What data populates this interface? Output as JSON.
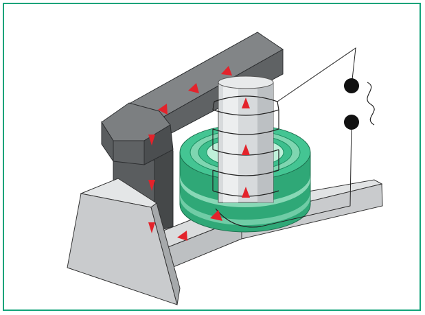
{
  "colors": {
    "border": "#12a37a",
    "yoke_dark": "#5f6264",
    "yoke_top": "#828587",
    "yoke_side": "#4b4e50",
    "base_light": "#c9cbcd",
    "base_side": "#a6a9ab",
    "ring_green": "#3dbf8d",
    "ring_dark": "#1d8f62",
    "ring_light": "#9fe3c6",
    "column": "#d7dadc",
    "arrow": "#e3232b",
    "wire": "#222222"
  },
  "icons": {
    "flux_arrow": "triangle-arrow",
    "terminal": "filled-circle",
    "ac_source": "sine-wave"
  },
  "components": [
    "base-foot",
    "base-arm-front",
    "base-arm-right",
    "vertical-leg",
    "top-yoke",
    "corner-block",
    "bearing-ring",
    "center-column",
    "induction-coil",
    "power-terminals"
  ]
}
